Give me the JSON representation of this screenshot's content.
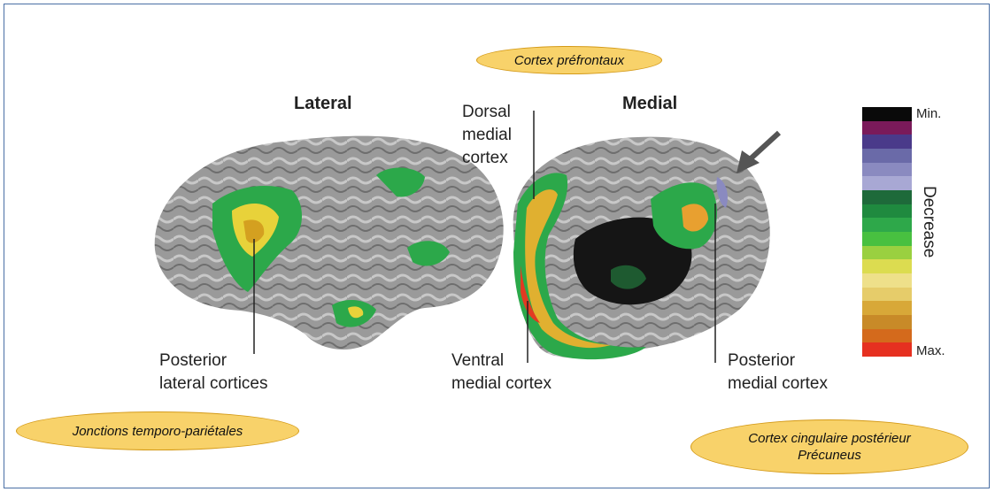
{
  "ovals": {
    "prefrontal": "Cortex préfrontaux",
    "temporo": "Jonctions temporo-pariétales",
    "cingulate_line1": "Cortex cingulaire postérieur",
    "cingulate_line2": "Précuneus"
  },
  "headings": {
    "lateral": "Lateral",
    "medial": "Medial"
  },
  "labels": {
    "dorsal": [
      "Dorsal",
      "medial",
      "cortex"
    ],
    "posterior_lateral": [
      "Posterior",
      "lateral cortices"
    ],
    "ventral": [
      "Ventral",
      "medial cortex"
    ],
    "posterior_medial": [
      "Posterior",
      "medial cortex"
    ]
  },
  "scale": {
    "min": "Min.",
    "max": "Max.",
    "title": "Decrease",
    "colors": [
      "#0a0a0a",
      "#7a1a5a",
      "#4a3a8a",
      "#6a6aa8",
      "#8a8ac0",
      "#a8a8d4",
      "#1e6a3a",
      "#1f8a3f",
      "#2ea84a",
      "#48c040",
      "#9ad040",
      "#dcdc50",
      "#eee08a",
      "#e6cc6a",
      "#d8a838",
      "#c88a28",
      "#d46a1c",
      "#e63020"
    ]
  },
  "colors": {
    "oval_fill": "#f8d26a",
    "frame": "#4a6fa5"
  }
}
